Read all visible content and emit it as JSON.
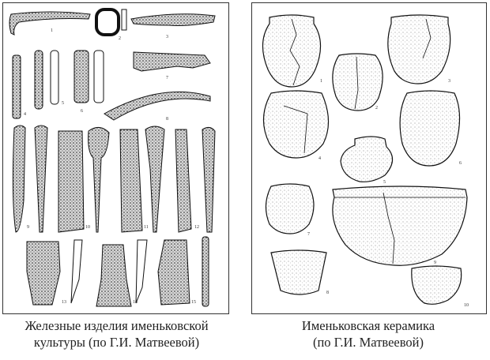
{
  "left_figure": {
    "caption_line1": "Железные изделия именьковской",
    "caption_line2": "культуры (по Г.И. Матвеевой)",
    "item_numbers": [
      "1",
      "2",
      "3",
      "4",
      "5",
      "6",
      "7",
      "8",
      "9",
      "10",
      "11",
      "12",
      "13",
      "14",
      "15"
    ]
  },
  "right_figure": {
    "caption_line1": "Именьковская керамика",
    "caption_line2": "(по Г.И. Матвеевой)",
    "item_numbers": [
      "1",
      "2",
      "3",
      "4",
      "5",
      "6",
      "7",
      "8",
      "9",
      "10"
    ]
  }
}
